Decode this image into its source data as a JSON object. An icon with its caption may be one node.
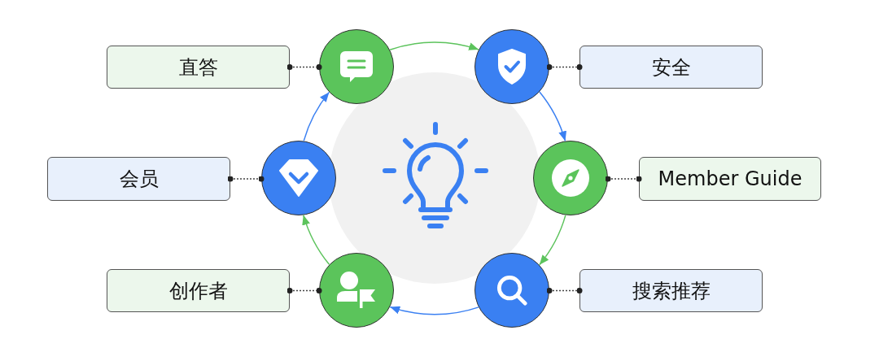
{
  "diagram": {
    "nodes": [
      {
        "text": [
          "直答"
        ]
      },
      {
        "text": [],
        "shape": "circle"
      },
      {
        "text": [],
        "shape": "circle"
      },
      {
        "text": [
          "安全"
        ]
      },
      {
        "text": [
          "会员"
        ]
      },
      {
        "text": [],
        "shape": "circle"
      },
      {
        "text": [],
        "shape": "circle"
      },
      {
        "text": [
          "Member Guide"
        ]
      },
      {
        "text": [
          "创作者"
        ]
      },
      {
        "text": [],
        "shape": "circle"
      },
      {
        "text": [],
        "shape": "circle"
      },
      {
        "text": [
          "搜索推荐"
        ]
      }
    ],
    "edges": [
      {
        "from": 0,
        "to": 1,
        "arrow": "other",
        "style": "dashed"
      },
      {
        "from": 2,
        "to": 3,
        "arrow": "other",
        "style": "dashed"
      },
      {
        "from": 4,
        "to": 5,
        "arrow": "other",
        "style": "dashed"
      },
      {
        "from": 6,
        "to": 7,
        "arrow": "other",
        "style": "dashed"
      },
      {
        "from": 8,
        "to": 9,
        "arrow": "other",
        "style": "dashed"
      },
      {
        "from": 10,
        "to": 11,
        "arrow": "other",
        "style": "dashed"
      },
      {
        "from": 1,
        "to": 2,
        "arrow": "to",
        "color": "#5cc35c"
      },
      {
        "from": 2,
        "to": 6,
        "arrow": "to",
        "color": "#3b80f2"
      },
      {
        "from": 6,
        "to": 10,
        "arrow": "to",
        "color": "#5cc35c"
      },
      {
        "from": 10,
        "to": 9,
        "arrow": "to",
        "color": "#3b80f2"
      },
      {
        "from": 9,
        "to": 5,
        "arrow": "to",
        "color": "#5cc35c"
      },
      {
        "from": 5,
        "to": 1,
        "arrow": "to",
        "color": "#3b80f2"
      }
    ]
  }
}
